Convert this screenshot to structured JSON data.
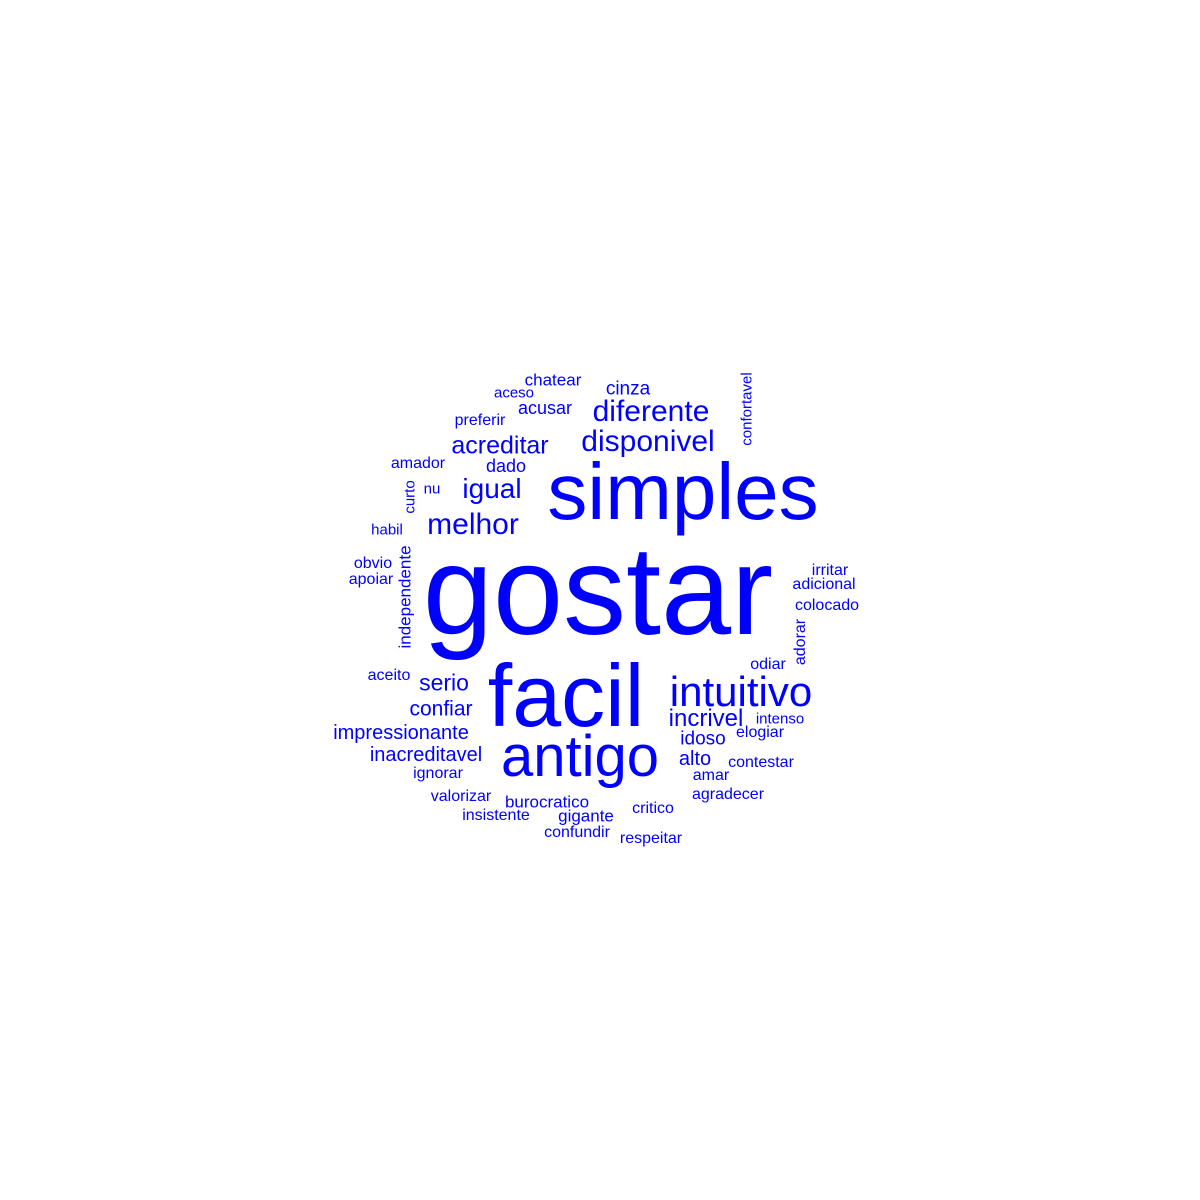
{
  "cloud": {
    "color": "#0000ff",
    "words": [
      {
        "text": "gostar",
        "weight": 1.0
      },
      {
        "text": "simples",
        "weight": 0.78
      },
      {
        "text": "facil",
        "weight": 0.72
      },
      {
        "text": "antigo",
        "weight": 0.54
      },
      {
        "text": "intuitivo",
        "weight": 0.42
      },
      {
        "text": "disponivel",
        "weight": 0.3
      },
      {
        "text": "diferente",
        "weight": 0.3
      },
      {
        "text": "melhor",
        "weight": 0.3
      },
      {
        "text": "igual",
        "weight": 0.28
      },
      {
        "text": "acreditar",
        "weight": 0.25
      },
      {
        "text": "incrivel",
        "weight": 0.24
      },
      {
        "text": "serio",
        "weight": 0.23
      },
      {
        "text": "confiar",
        "weight": 0.21
      },
      {
        "text": "impressionante",
        "weight": 0.2
      },
      {
        "text": "inacreditavel",
        "weight": 0.2
      },
      {
        "text": "alto",
        "weight": 0.2
      },
      {
        "text": "idoso",
        "weight": 0.19
      },
      {
        "text": "cinza",
        "weight": 0.19
      },
      {
        "text": "dado",
        "weight": 0.18
      },
      {
        "text": "acusar",
        "weight": 0.18
      },
      {
        "text": "chatear",
        "weight": 0.17
      },
      {
        "text": "burocratico",
        "weight": 0.17
      },
      {
        "text": "independente",
        "weight": 0.17
      },
      {
        "text": "gigante",
        "weight": 0.17
      },
      {
        "text": "amador",
        "weight": 0.16
      },
      {
        "text": "preferir",
        "weight": 0.16
      },
      {
        "text": "obvio",
        "weight": 0.16
      },
      {
        "text": "apoiar",
        "weight": 0.16
      },
      {
        "text": "aceito",
        "weight": 0.16
      },
      {
        "text": "elogiar",
        "weight": 0.16
      },
      {
        "text": "odiar",
        "weight": 0.16
      },
      {
        "text": "irritar",
        "weight": 0.16
      },
      {
        "text": "adicional",
        "weight": 0.16
      },
      {
        "text": "colocado",
        "weight": 0.16
      },
      {
        "text": "adorar",
        "weight": 0.16
      },
      {
        "text": "contestar",
        "weight": 0.16
      },
      {
        "text": "agradecer",
        "weight": 0.16
      },
      {
        "text": "critico",
        "weight": 0.16
      },
      {
        "text": "amar",
        "weight": 0.16
      },
      {
        "text": "ignorar",
        "weight": 0.16
      },
      {
        "text": "valorizar",
        "weight": 0.16
      },
      {
        "text": "insistente",
        "weight": 0.16
      },
      {
        "text": "confundir",
        "weight": 0.16
      },
      {
        "text": "respeitar",
        "weight": 0.16
      },
      {
        "text": "habil",
        "weight": 0.15
      },
      {
        "text": "curto",
        "weight": 0.15
      },
      {
        "text": "nu",
        "weight": 0.15
      },
      {
        "text": "aceso",
        "weight": 0.15
      },
      {
        "text": "confortavel",
        "weight": 0.15
      },
      {
        "text": "intenso",
        "weight": 0.15
      }
    ]
  }
}
